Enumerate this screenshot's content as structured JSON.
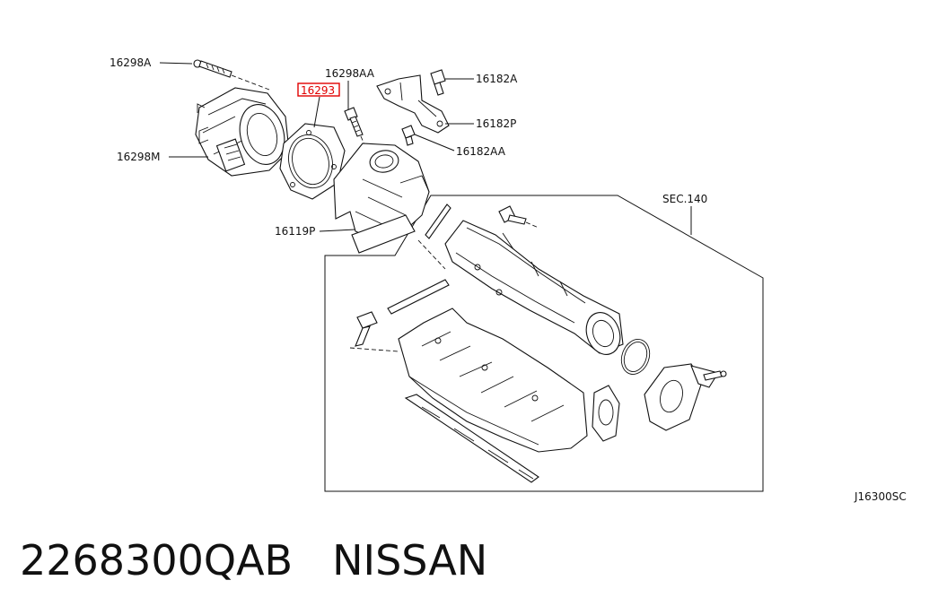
{
  "labels": {
    "bolt_top": "16298A",
    "bolt_small": "16298AA",
    "highlighted_part": "16293",
    "throttle_body": "16298M",
    "bracket_bolt": "16182A",
    "bracket": "16182P",
    "bracket_bolt_small": "16182AA",
    "adapter": "16119P",
    "section_ref": "SEC.140",
    "diagram_code": "J16300SC"
  },
  "caption": {
    "part_number": "2268300QAB",
    "brand": "NISSAN"
  },
  "colors": {
    "ink": "#111111",
    "highlight": "#e00000",
    "background": "#ffffff"
  }
}
